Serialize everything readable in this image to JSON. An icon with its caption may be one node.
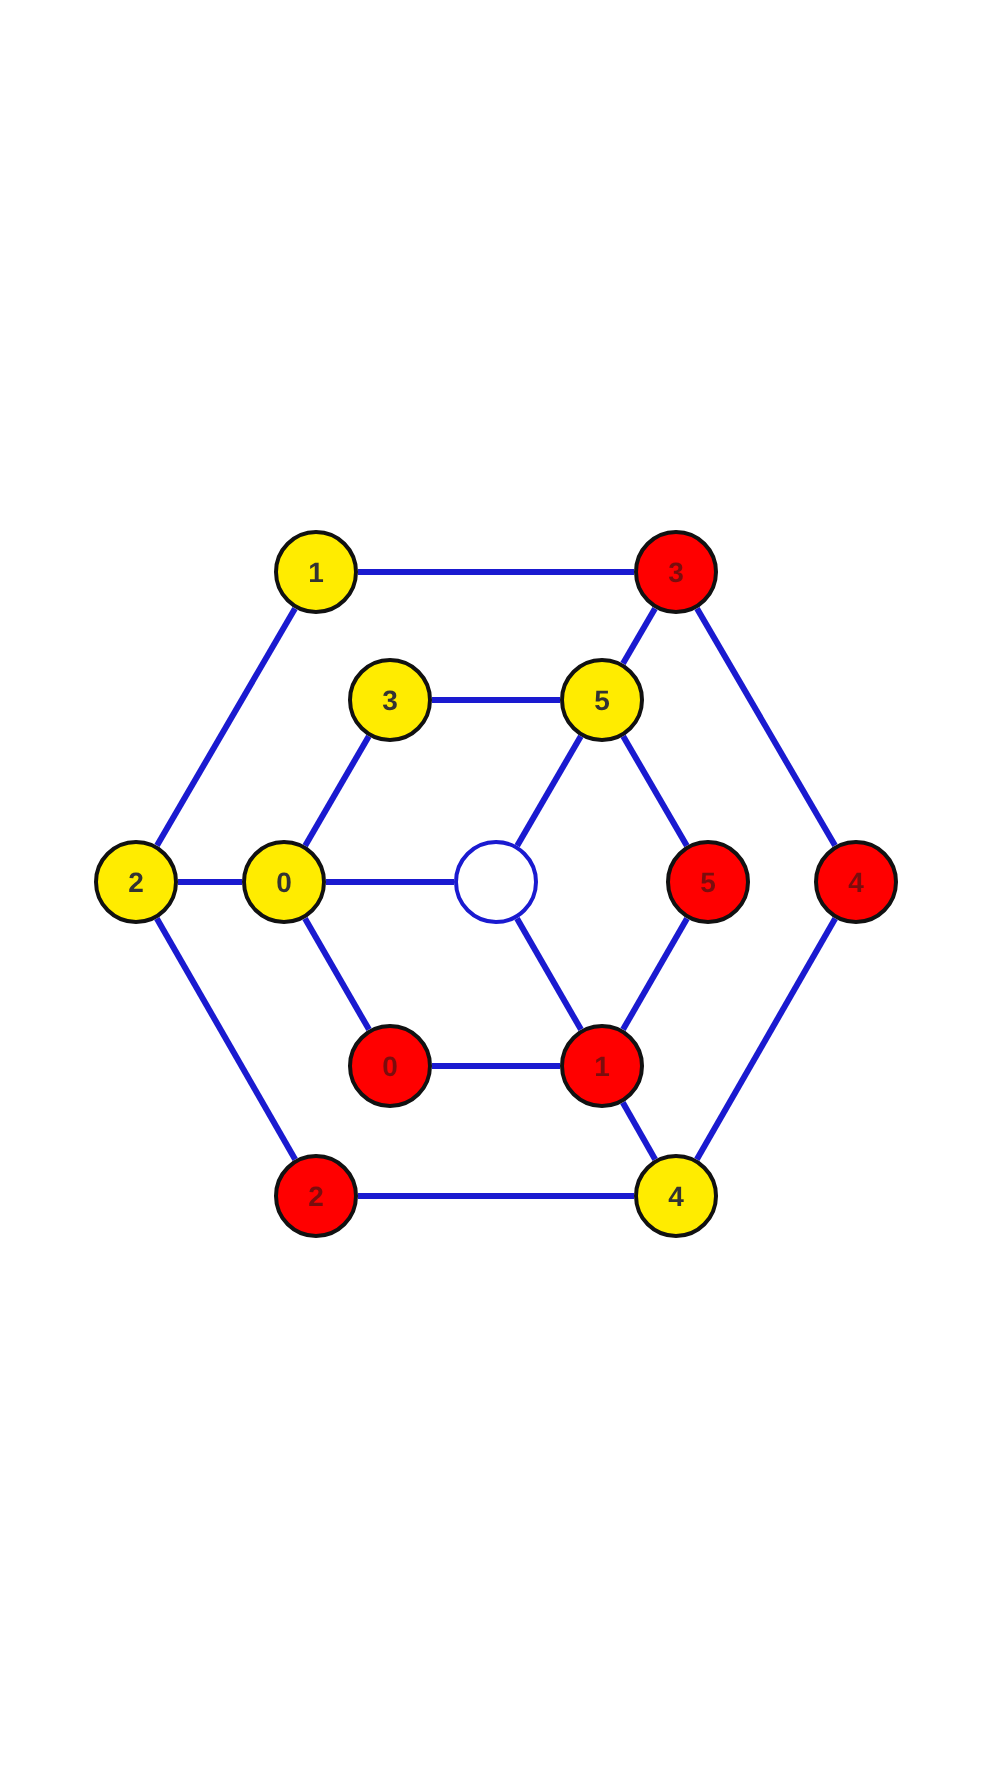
{
  "diagram": {
    "nodes": [
      {
        "text": [
          "1"
        ]
      },
      {
        "text": [
          "3"
        ]
      },
      {
        "text": [
          "3"
        ]
      },
      {
        "text": [
          "5"
        ]
      },
      {
        "text": [
          "2"
        ]
      },
      {
        "text": [
          "0"
        ]
      },
      {
        "text": [],
        "shape": "circle"
      },
      {
        "text": [
          "5"
        ]
      },
      {
        "text": [
          "4"
        ]
      },
      {
        "text": [
          "0"
        ]
      },
      {
        "text": [
          "1"
        ]
      },
      {
        "text": [
          "2"
        ]
      },
      {
        "text": [
          "4"
        ]
      }
    ],
    "edges": [
      {
        "from": 0,
        "to": 1,
        "arrow": "none"
      },
      {
        "from": 0,
        "to": 4,
        "arrow": "none"
      },
      {
        "from": 4,
        "to": 5,
        "arrow": "none"
      },
      {
        "from": 4,
        "to": 11,
        "arrow": "none"
      },
      {
        "from": 11,
        "to": 12,
        "arrow": "none"
      },
      {
        "from": 1,
        "to": 3,
        "arrow": "none"
      },
      {
        "from": 1,
        "to": 8,
        "arrow": "none"
      },
      {
        "from": 8,
        "to": 12,
        "arrow": "none"
      },
      {
        "from": 2,
        "to": 3,
        "arrow": "none"
      },
      {
        "from": 2,
        "to": 5,
        "arrow": "none"
      },
      {
        "from": 5,
        "to": 6,
        "arrow": "none"
      },
      {
        "from": 5,
        "to": 9,
        "arrow": "none"
      },
      {
        "from": 9,
        "to": 10,
        "arrow": "none"
      },
      {
        "from": 3,
        "to": 6,
        "arrow": "none"
      },
      {
        "from": 3,
        "to": 7,
        "arrow": "none"
      },
      {
        "from": 7,
        "to": 10,
        "arrow": "none"
      },
      {
        "from": 10,
        "to": 6,
        "arrow": "none"
      },
      {
        "from": 10,
        "to": 12,
        "arrow": "none"
      }
    ]
  }
}
